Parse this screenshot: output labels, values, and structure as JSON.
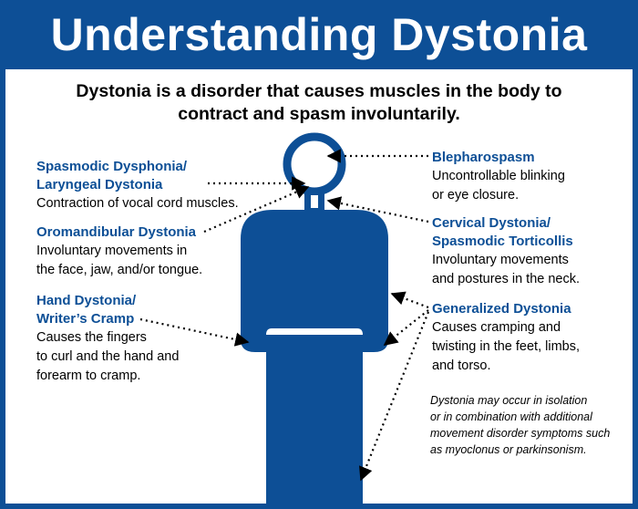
{
  "header": {
    "title": "Understanding Dystonia",
    "subtitle": "Dystonia is a disorder that causes muscles in the body to contract and spasm involuntarily."
  },
  "colors": {
    "brand_blue": "#0d4f96",
    "background": "#ffffff",
    "text": "#000000"
  },
  "labels": {
    "spasmodic_dysphonia": {
      "title": "Spasmodic Dysphonia/\nLaryngeal Dystonia",
      "desc": "Contraction of vocal cord muscles."
    },
    "oromandibular": {
      "title": "Oromandibular Dystonia",
      "desc": "Involuntary movements in\nthe face, jaw, and/or tongue."
    },
    "hand_dystonia": {
      "title": "Hand Dystonia/\nWriter’s Cramp",
      "desc": "Causes the fingers\nto curl and the hand and\nforearm to cramp."
    },
    "blepharospasm": {
      "title": "Blepharospasm",
      "desc": "Uncontrollable blinking\nor eye closure."
    },
    "cervical": {
      "title": "Cervical Dystonia/\nSpasmodic Torticollis",
      "desc": "Involuntary movements\nand postures in the neck."
    },
    "generalized": {
      "title": "Generalized Dystonia",
      "desc": "Causes cramping and\ntwisting in the feet, limbs,\nand torso."
    }
  },
  "note": "Dystonia may occur in isolation\nor in combination with additional\nmovement disorder symptoms such\nas myoclonus or parkinsonism."
}
